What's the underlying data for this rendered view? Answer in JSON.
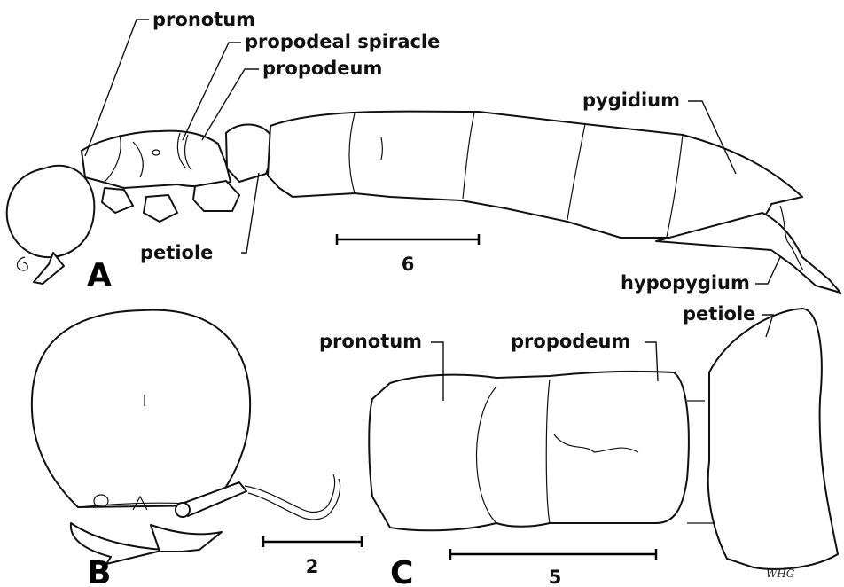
{
  "labels": {
    "a_pronotum": "pronotum",
    "a_spiracle": "propodeal spiracle",
    "a_propodeum": "propodeum",
    "a_pygidium": "pygidium",
    "a_petiole": "petiole",
    "a_hypopygium": "hypopygium",
    "c_pronotum": "pronotum",
    "c_propodeum": "propodeum",
    "c_petiole": "petiole"
  },
  "panels": {
    "a": "A",
    "b": "B",
    "c": "C"
  },
  "scales": {
    "a": "6",
    "b": "2",
    "c": "5"
  },
  "signature": "WHG"
}
